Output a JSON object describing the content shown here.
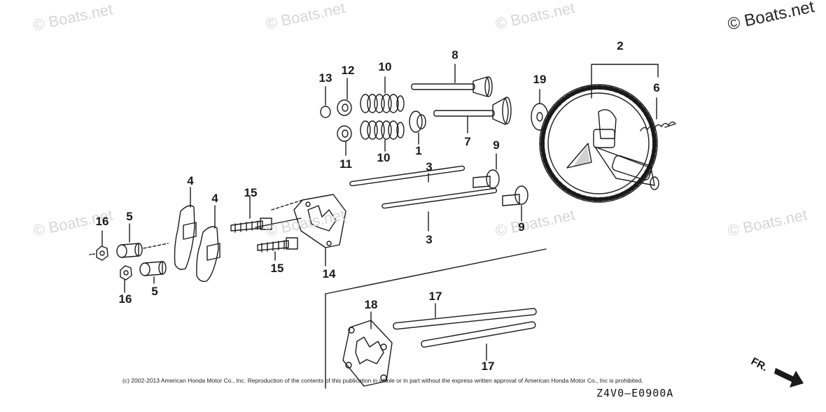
{
  "watermark": {
    "text": "© Boats.net"
  },
  "callouts": {
    "c1": "1",
    "c2": "2",
    "c3a": "3",
    "c3b": "3",
    "c4a": "4",
    "c4b": "4",
    "c5a": "5",
    "c5b": "5",
    "c6": "6",
    "c7": "7",
    "c8": "8",
    "c9a": "9",
    "c9b": "9",
    "c10a": "10",
    "c10b": "10",
    "c11": "11",
    "c12": "12",
    "c13": "13",
    "c14": "14",
    "c15a": "15",
    "c15b": "15",
    "c16a": "16",
    "c16b": "16",
    "c17a": "17",
    "c17b": "17",
    "c18": "18",
    "c19": "19"
  },
  "footer": {
    "copyright": "(c) 2002-2013 American Honda Motor Co., Inc. Reproduction of the contents of this publication in whole or in part without the express written approval of American Honda Motor Co., Inc is prohibited.",
    "diagram_code": "Z4V0—E0900A"
  },
  "direction_label": "FR.",
  "colors": {
    "line": "#1a1a1a",
    "watermark": "#d6d6d6"
  }
}
